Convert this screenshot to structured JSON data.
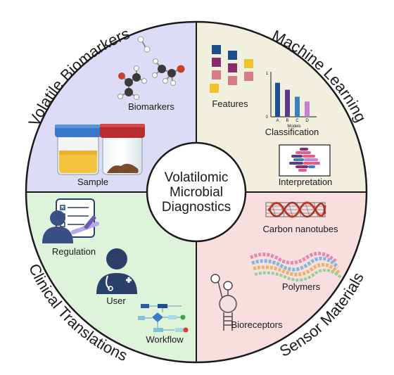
{
  "center": {
    "lines": [
      "Volatilomic",
      "Microbial",
      "Diagnostics"
    ]
  },
  "quadrants": {
    "top_left": {
      "title": "Volatile Biomarkers",
      "color": "#dcdcf6",
      "labels": {
        "biomarkers": "Biomarkers",
        "sample": "Sample"
      }
    },
    "top_right": {
      "title": "Machine Learning",
      "color": "#f1f0df",
      "labels": {
        "features": "Features",
        "classification": "Classification",
        "interpretation": "Interpretation"
      },
      "chart": {
        "xlabel": "Models",
        "categories": [
          "A",
          "B",
          "C",
          "D"
        ],
        "y_tick_top": "1",
        "y_tick_bottom": "0"
      }
    },
    "bottom_left": {
      "title": "Clinical Translations",
      "color": "#ddf4da",
      "labels": {
        "regulation": "Regulation",
        "user": "User",
        "workflow": "Workflow"
      }
    },
    "bottom_right": {
      "title": "Sensor Materials",
      "color": "#f8dedf",
      "labels": {
        "carbon_nanotubes": "Carbon nanotubes",
        "polymers": "Polymers",
        "bioreceptors": "Bioreceptors"
      }
    }
  },
  "chart_data": {
    "type": "bar",
    "categories": [
      "A",
      "B",
      "C",
      "D"
    ],
    "values": [
      0.78,
      0.62,
      0.46,
      0.35
    ],
    "colors": [
      "#1f4e8c",
      "#5a3b87",
      "#3a7fc2",
      "#c77fcf"
    ],
    "xlabel": "Models",
    "ylabel": "",
    "ylim": [
      0,
      1
    ]
  },
  "colors": {
    "outline": "#1a1a1a",
    "feature_navy": "#1f4e8c",
    "feature_plum": "#8a2d6e",
    "feature_yellow": "#f2c22a",
    "feature_pink": "#d97b86"
  }
}
